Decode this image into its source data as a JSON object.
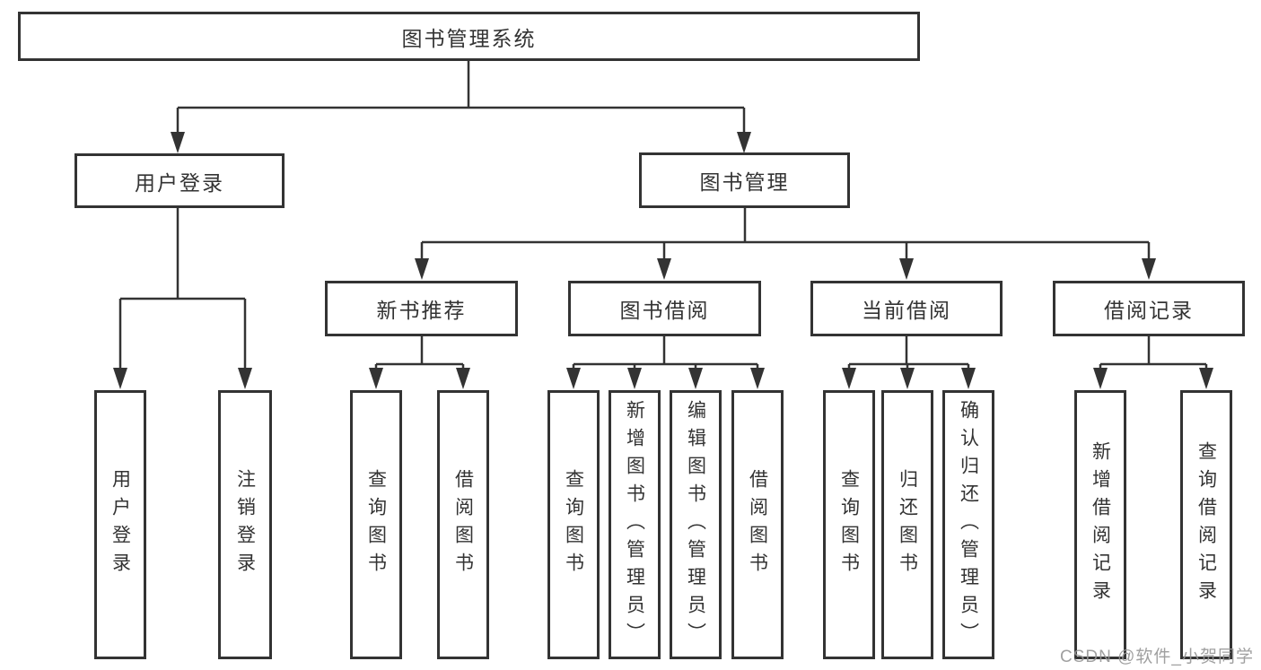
{
  "diagram": {
    "tree": {
      "root": {
        "label": "图书管理系统"
      },
      "children": [
        {
          "label": "用户登录",
          "children": [
            {
              "label": "用户登录"
            },
            {
              "label": "注销登录"
            }
          ]
        },
        {
          "label": "图书管理",
          "children": [
            {
              "label": "新书推荐",
              "children": [
                {
                  "label": "查询图书"
                },
                {
                  "label": "借阅图书"
                }
              ]
            },
            {
              "label": "图书借阅",
              "children": [
                {
                  "label": "查询图书"
                },
                {
                  "label": "新增图书（管理员）"
                },
                {
                  "label": "编辑图书（管理员）"
                },
                {
                  "label": "借阅图书"
                }
              ]
            },
            {
              "label": "当前借阅",
              "children": [
                {
                  "label": "查询图书"
                },
                {
                  "label": "归还图书"
                },
                {
                  "label": "确认归还（管理员）"
                }
              ]
            },
            {
              "label": "借阅记录",
              "children": [
                {
                  "label": "新增借阅记录"
                },
                {
                  "label": "查询借阅记录"
                }
              ]
            }
          ]
        }
      ]
    },
    "colors": {
      "line": "#333333",
      "text": "#333333",
      "background": "#ffffff",
      "watermark": "#969696"
    }
  },
  "watermark": {
    "text": "CSDN @软件_小贺同学"
  }
}
